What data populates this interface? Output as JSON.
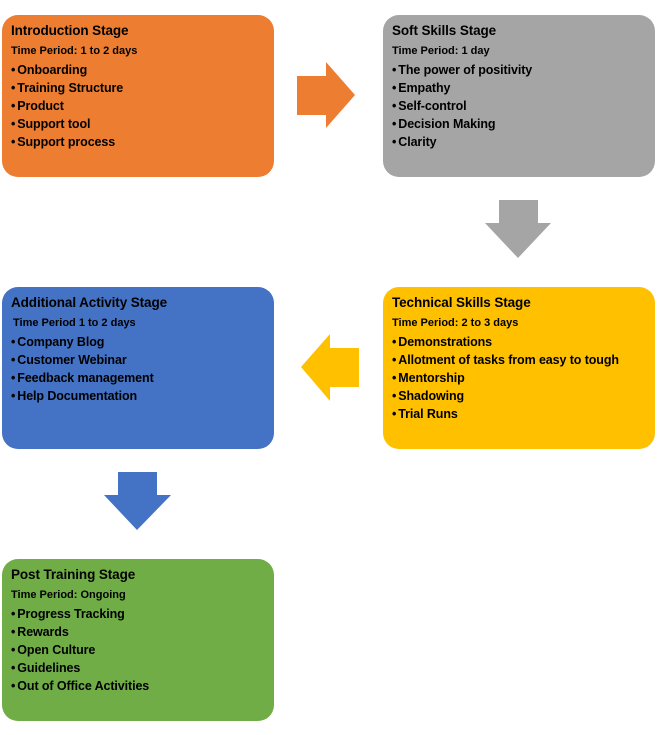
{
  "colors": {
    "introduction": "#ed7d31",
    "soft_skills": "#a5a5a5",
    "technical_skills": "#ffc000",
    "additional_activity": "#4472c4",
    "post_training": "#70ad47"
  },
  "stages": {
    "introduction": {
      "title": "Introduction Stage",
      "period": "Time Period: 1 to 2 days",
      "items": [
        "Onboarding",
        "Training Structure",
        "Product",
        "Support tool",
        "Support process"
      ]
    },
    "soft_skills": {
      "title": "Soft Skills Stage",
      "period": "Time Period: 1 day",
      "items": [
        "The power of positivity",
        "Empathy",
        "Self-control",
        "Decision Making",
        "Clarity"
      ]
    },
    "technical_skills": {
      "title": "Technical Skills Stage",
      "period": "Time Period: 2 to 3 days",
      "items": [
        "Demonstrations",
        "Allotment of tasks from easy to tough",
        "Mentorship",
        "Shadowing",
        "Trial Runs"
      ]
    },
    "additional_activity": {
      "title": "Additional Activity Stage",
      "period": "Time Period  1 to 2 days",
      "items": [
        "Company Blog",
        "Customer Webinar",
        "Feedback management",
        "Help Documentation"
      ]
    },
    "post_training": {
      "title": "Post Training Stage",
      "period": "Time Period: Ongoing",
      "items": [
        "Progress Tracking",
        "Rewards",
        "Open Culture",
        "Guidelines",
        "Out of Office  Activities"
      ]
    }
  },
  "arrows": [
    {
      "from": "introduction",
      "to": "soft_skills",
      "direction": "right",
      "icon": "arrow-right-icon"
    },
    {
      "from": "soft_skills",
      "to": "technical_skills",
      "direction": "down",
      "icon": "arrow-down-icon"
    },
    {
      "from": "technical_skills",
      "to": "additional_activity",
      "direction": "left",
      "icon": "arrow-left-icon"
    },
    {
      "from": "additional_activity",
      "to": "post_training",
      "direction": "down",
      "icon": "arrow-down-icon"
    }
  ]
}
